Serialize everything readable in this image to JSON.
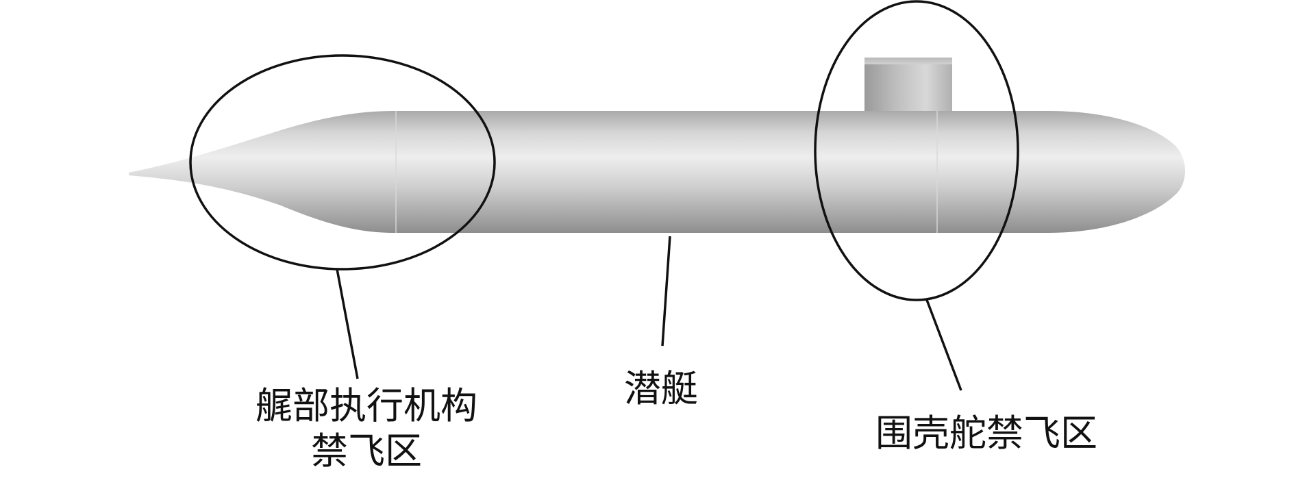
{
  "labels": {
    "stern_zone_line1": "艉部执行机构",
    "stern_zone_line2": "禁飞区",
    "submarine": "潜艇",
    "sail_zone": "围壳舵禁飞区"
  },
  "colors": {
    "ink": "#111111",
    "hull_light": "#eeeeee",
    "hull_mid": "#c4c4c4",
    "hull_dark": "#8e8e8e",
    "background": "#ffffff"
  }
}
